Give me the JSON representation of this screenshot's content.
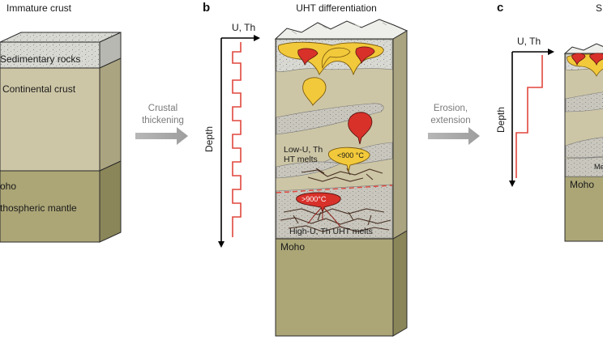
{
  "panel_a": {
    "title": "Immature crust",
    "layers": [
      "Sedimentary rocks",
      "Continental crust",
      "oho",
      "thospheric mantle"
    ]
  },
  "arrow_ab": {
    "line1": "Crustal",
    "line2": "thickening"
  },
  "panel_b": {
    "letter": "b",
    "title": "UHT differentiation",
    "graph_x_label": "U, Th",
    "graph_y_label": "Depth",
    "label_low_1": "Low-U, Th",
    "label_low_2": "HT melts",
    "temp_low": "<900 °C",
    "temp_high": ">900°C",
    "label_high": "High-U, Th UHT melts",
    "moho": "Moho"
  },
  "arrow_bc": {
    "line1": "Erosion,",
    "line2": "extension"
  },
  "panel_c": {
    "letter": "c",
    "title_fragment": "S",
    "graph_x_label": "U, Th",
    "graph_y_label": "Depth",
    "melt_fragment": "Me",
    "moho": "Moho"
  },
  "colors": {
    "sediment": "#d6d6d1",
    "crust": "#cdc6a6",
    "crust_side": "#aba480",
    "mantle": "#aca677",
    "mantle_side": "#8b8659",
    "melt_yellow": "#f2c93a",
    "melt_red": "#d8312a",
    "graph_red": "#e0473d",
    "arrow_gray": "#a9a9a9"
  }
}
